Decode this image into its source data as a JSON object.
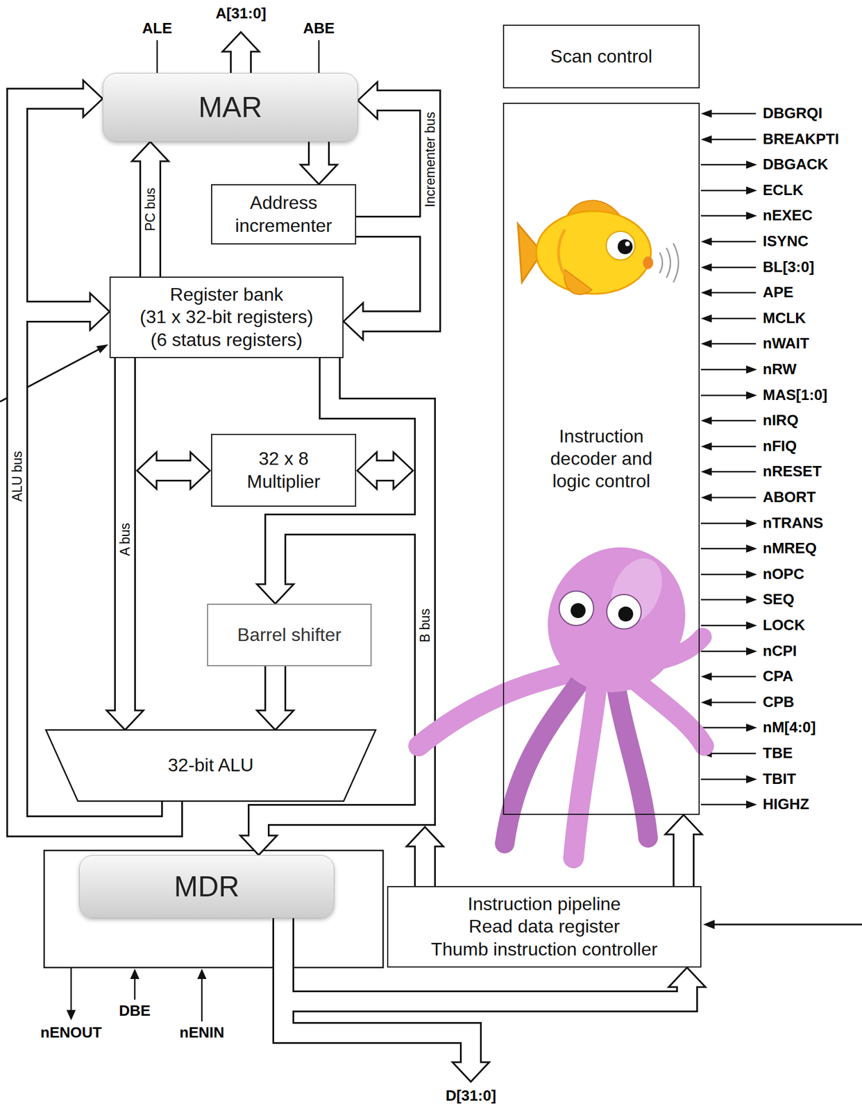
{
  "diagram": {
    "nodes": [
      {
        "text": [
          "Scan control"
        ]
      },
      {
        "text": [
          "Instruction decoder and logic control"
        ]
      },
      {
        "text": [
          "MAR"
        ]
      },
      {
        "text": [
          "Address incrementer"
        ]
      },
      {
        "text": [
          "Register bank",
          "(31 x 32-bit registers)",
          "(6 status registers)"
        ]
      },
      {
        "text": [
          "32 x 8 Multiplier"
        ]
      },
      {
        "text": [
          "Barrel shifter"
        ]
      },
      {
        "text": [
          "32-bit ALU"
        ]
      },
      {
        "text": [
          "MDR"
        ]
      },
      {
        "text": [
          "Instruction pipeline",
          "Read data register",
          "Thumb instruction controller"
        ]
      }
    ],
    "edges": [
      {
        "from": 2,
        "to": 3,
        "arrow": "to"
      },
      {
        "from": 3,
        "to": 2,
        "arrow": "to"
      },
      {
        "from": 3,
        "to": 4,
        "arrow": "to"
      },
      {
        "from": 4,
        "to": 2,
        "arrow": "to"
      },
      {
        "from": 7,
        "to": 2,
        "arrow": "to"
      },
      {
        "from": 7,
        "to": 4,
        "arrow": "to"
      },
      {
        "from": 4,
        "to": 7,
        "arrow": "to"
      },
      {
        "from": 4,
        "to": 6,
        "arrow": "to"
      },
      {
        "from": 6,
        "to": 7,
        "arrow": "to"
      },
      {
        "from": 4,
        "to": 8,
        "arrow": "to"
      },
      {
        "from": 8,
        "to": 9,
        "arrow": "to"
      },
      {
        "from": 9,
        "to": 1,
        "arrow": "to"
      }
    ],
    "labels": [
      "ALE",
      "A[31:0]",
      "ABE",
      "PC bus",
      "Incrementer bus",
      "ALU bus",
      "A bus",
      "B bus",
      "DBGRQI",
      "BREAKPTI",
      "DBGACK",
      "ECLK",
      "nEXEC",
      "ISYNC",
      "BL[3:0]",
      "APE",
      "MCLK",
      "nWAIT",
      "nRW",
      "MAS[1:0]",
      "nIRQ",
      "nFIQ",
      "nRESET",
      "ABORT",
      "nTRANS",
      "nMREQ",
      "nOPC",
      "SEQ",
      "LOCK",
      "nCPI",
      "CPA",
      "CPB",
      "nM[4:0]",
      "TBE",
      "TBIT",
      "HIGHZ",
      "nENOUT",
      "DBE",
      "nENIN",
      "D[31:0]"
    ]
  }
}
